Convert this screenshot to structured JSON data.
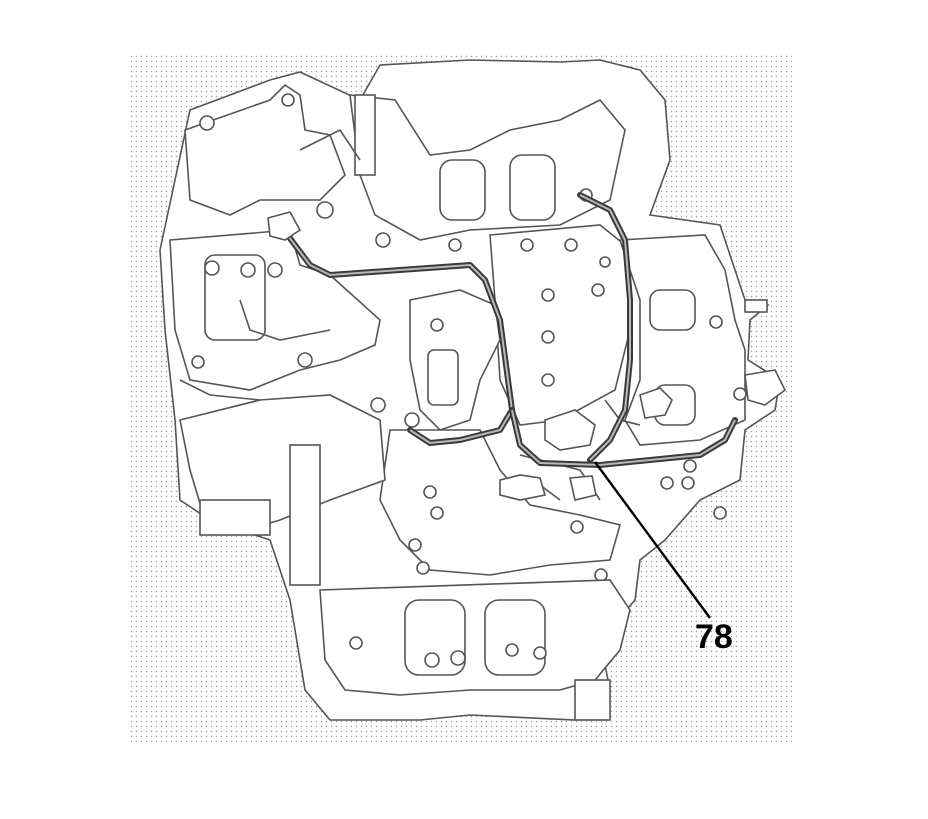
{
  "diagram": {
    "subject": "valve-body-wire-harness",
    "callouts": [
      {
        "label": "78",
        "target": "wire-harness"
      }
    ]
  },
  "colors": {
    "line": "#555555",
    "wire": "#3a3a3a",
    "background": "#ffffff",
    "callout_text": "#000000"
  }
}
